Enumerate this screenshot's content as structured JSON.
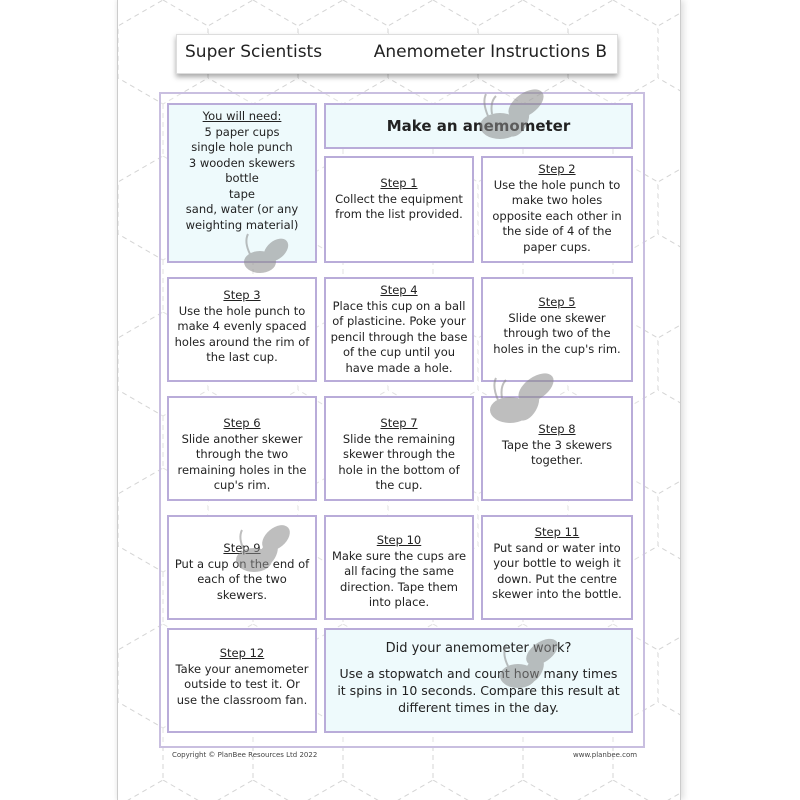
{
  "header": {
    "left_title": "Super Scientists",
    "right_title": "Anemometer Instructions B"
  },
  "equipment": {
    "heading": "You will need:",
    "items": [
      "5 paper cups",
      "single hole punch",
      "3 wooden skewers",
      "bottle",
      "tape",
      "sand, water (or any weighting material)"
    ]
  },
  "make_title": "Make an anemometer",
  "steps": [
    {
      "label": "Step 1",
      "text": "Collect the equipment from the list provided."
    },
    {
      "label": "Step 2",
      "text": "Use the hole punch to make two holes opposite each other in the side of 4 of the paper cups."
    },
    {
      "label": "Step 3",
      "text": "Use the hole punch to make 4 evenly spaced holes around the rim of the last cup."
    },
    {
      "label": "Step 4",
      "text": "Place this cup on a ball of plasticine. Poke your pencil through the base of the cup until you have made a hole."
    },
    {
      "label": "Step 5",
      "text": "Slide one skewer through two of the holes in the cup's rim."
    },
    {
      "label": "Step 6",
      "text": "Slide another skewer through the two remaining holes in the cup's rim."
    },
    {
      "label": "Step 7",
      "text": "Slide the remaining skewer through the hole in the bottom of the cup."
    },
    {
      "label": "Step 8",
      "text": "Tape the 3 skewers together."
    },
    {
      "label": "Step 9",
      "text": "Put a cup on the end of each of the two skewers."
    },
    {
      "label": "Step 10",
      "text": "Make sure the cups are all facing the same direction. Tape them into place."
    },
    {
      "label": "Step 11",
      "text": "Put sand or water into your bottle to weigh it down. Put the centre skewer into the bottle."
    },
    {
      "label": "Step 12",
      "text": "Take your anemometer outside to test it. Or use the classroom fan."
    }
  ],
  "final": {
    "question": "Did your anemometer work?",
    "text": "Use a stopwatch and count how many times it spins in 10 seconds. Compare this result at different times in the day."
  },
  "footer": {
    "copyright": "Copyright © PlanBee Resources Ltd 2022",
    "url": "www.planbee.com"
  },
  "colors": {
    "card_border": "#b9acd9",
    "blue_card": "#eefafc",
    "bee": "#8a8a8a"
  }
}
